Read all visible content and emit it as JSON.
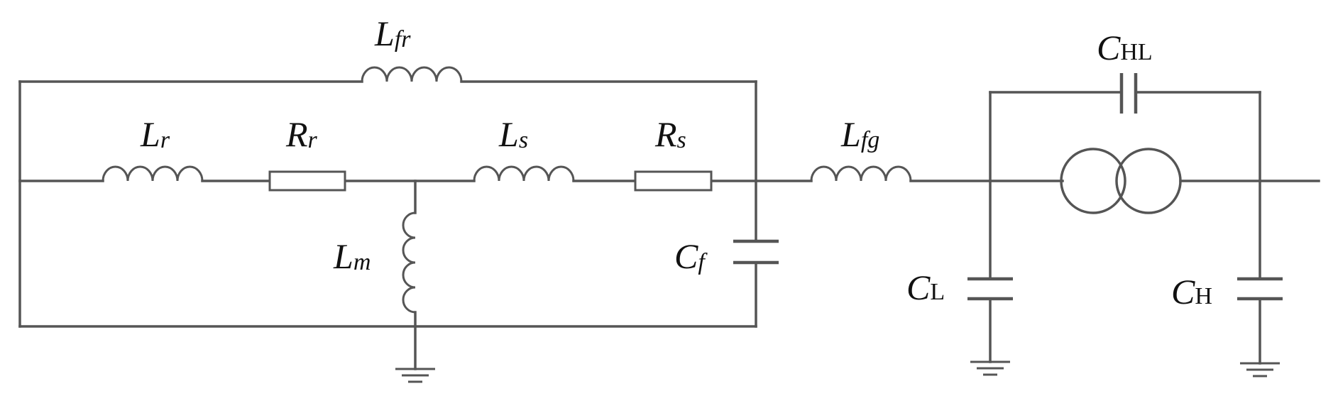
{
  "labels": {
    "lfr": {
      "main": "L",
      "sub": "fr"
    },
    "lr": {
      "main": "L",
      "sub": "r"
    },
    "rr": {
      "main": "R",
      "sub": "r"
    },
    "ls": {
      "main": "L",
      "sub": "s"
    },
    "rs": {
      "main": "R",
      "sub": "s"
    },
    "lfg": {
      "main": "L",
      "sub": "fg"
    },
    "lm": {
      "main": "L",
      "sub": "m"
    },
    "cf": {
      "main": "C",
      "sub": "f"
    },
    "chl": {
      "main": "C",
      "sub": "HL"
    },
    "cl": {
      "main": "C",
      "sub": "L"
    },
    "ch": {
      "main": "C",
      "sub": "H"
    }
  },
  "colors": {
    "wire": "#555555",
    "text": "#111111",
    "background": "#ffffff"
  }
}
